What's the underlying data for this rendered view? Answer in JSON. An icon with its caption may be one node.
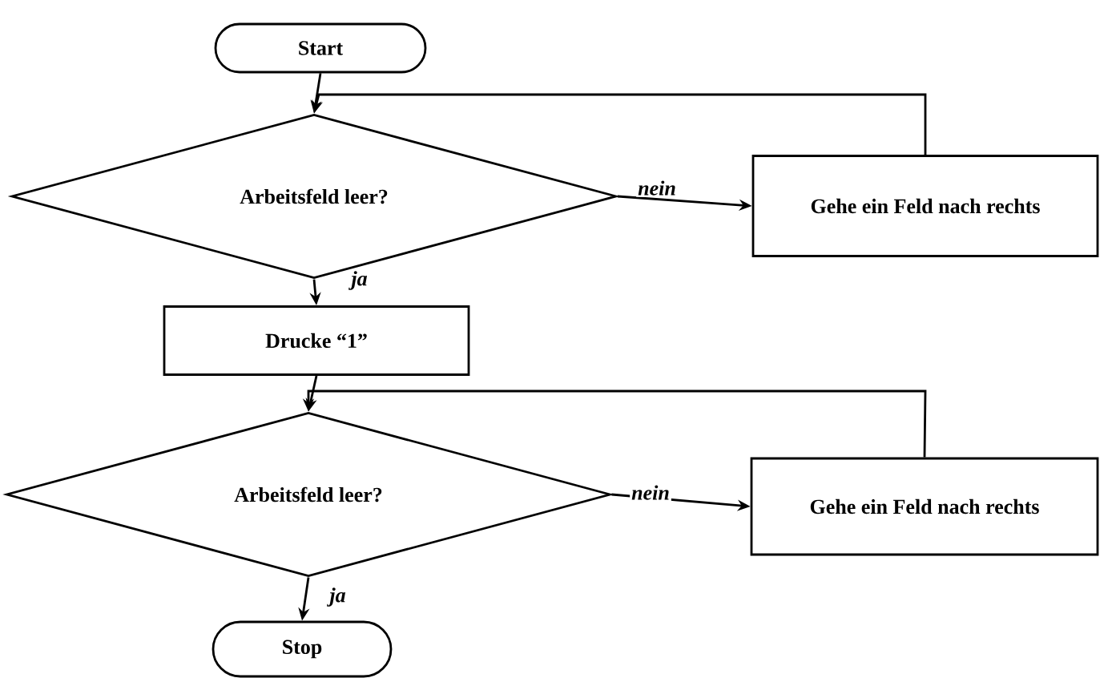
{
  "diagram": {
    "nodes": [
      {
        "text": [
          "Start"
        ]
      },
      {
        "text": [
          "Arbeitsfeld leer?"
        ]
      },
      {
        "text": [
          "Gehe ein Feld nach rechts"
        ]
      },
      {
        "text": [
          "Drucke “1”"
        ]
      },
      {
        "text": [
          "Arbeitsfeld leer?"
        ]
      },
      {
        "text": [
          "Gehe ein Feld nach rechts"
        ]
      },
      {
        "text": [
          "Stop"
        ]
      }
    ],
    "edges": [
      {
        "from": 0,
        "to": 1,
        "arrow": "to"
      },
      {
        "from": 1,
        "to": 2,
        "arrow": "to",
        "label": "nein"
      },
      {
        "from": 2,
        "to": 1,
        "arrow": "to"
      },
      {
        "from": 1,
        "to": 3,
        "arrow": "to",
        "label": "ja"
      },
      {
        "from": 3,
        "to": 4,
        "arrow": "to"
      },
      {
        "from": 4,
        "to": 5,
        "arrow": "to",
        "label": "nein"
      },
      {
        "from": 5,
        "to": 4,
        "arrow": "to"
      },
      {
        "from": 4,
        "to": 6,
        "arrow": "to",
        "label": "ja"
      }
    ]
  }
}
